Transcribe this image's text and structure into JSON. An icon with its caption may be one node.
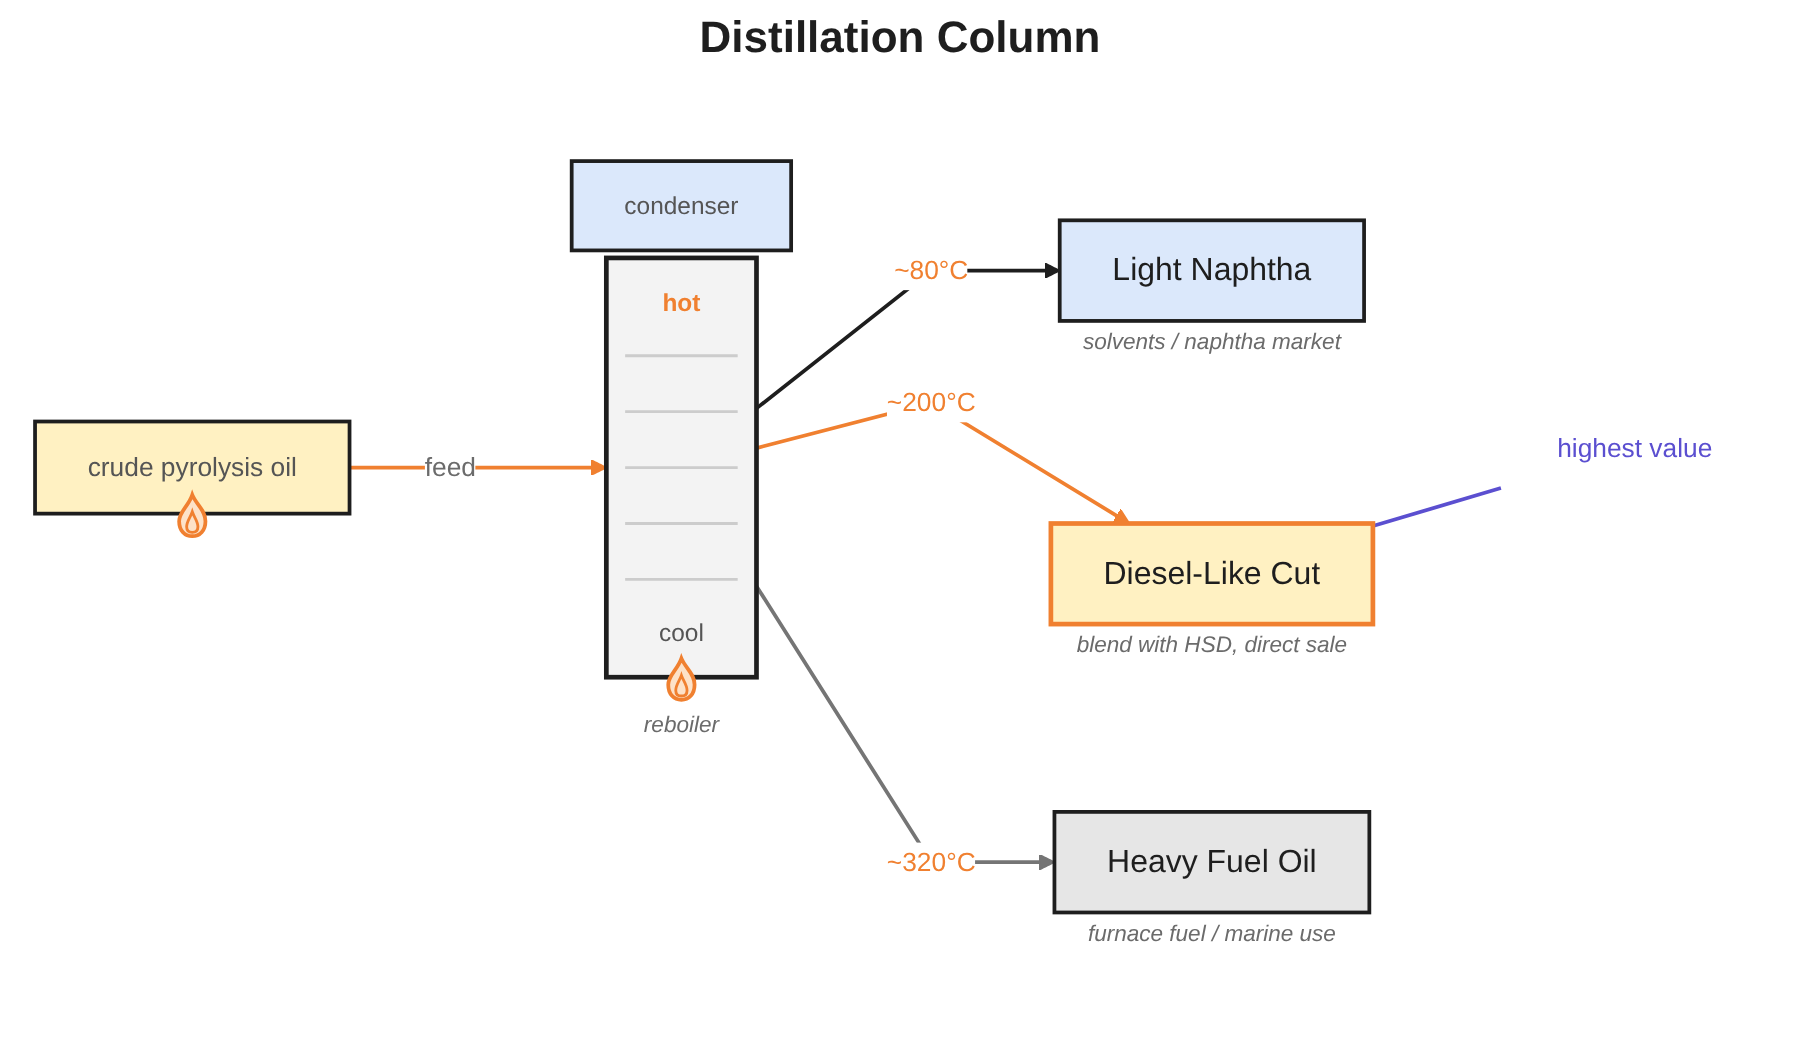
{
  "diagram": {
    "title": "Distillation Column",
    "nodes": [
      {
        "text": [
          "condenser"
        ]
      },
      {
        "text": [
          "hot",
          "cool"
        ],
        "beside": [
          "reboiler"
        ]
      },
      {
        "text": [
          "crude pyrolysis oil"
        ]
      },
      {
        "text": [
          "Light Naphtha"
        ],
        "beside": [
          "solvents / naphtha market"
        ]
      },
      {
        "text": [
          "Diesel-Like Cut"
        ],
        "beside": [
          "blend with HSD, direct sale"
        ]
      },
      {
        "text": [
          "Heavy Fuel Oil"
        ],
        "beside": [
          "furnace fuel / marine use"
        ]
      },
      {
        "text": [
          "highest value"
        ]
      }
    ],
    "edges": [
      {
        "from": 2,
        "to": 1,
        "arrow": "to",
        "label": "feed",
        "color": "#f08030"
      },
      {
        "from": 1,
        "to": 3,
        "arrow": "to",
        "label": "~80°C",
        "color": "#1e1e1e"
      },
      {
        "from": 1,
        "to": 4,
        "arrow": "to",
        "label": "~200°C",
        "color": "#f08030"
      },
      {
        "from": 1,
        "to": 5,
        "arrow": "to",
        "label": "~320°C",
        "color": "#757575"
      },
      {
        "from": 6,
        "to": 4,
        "arrow": "none",
        "color": "#5b4fd0"
      }
    ]
  }
}
